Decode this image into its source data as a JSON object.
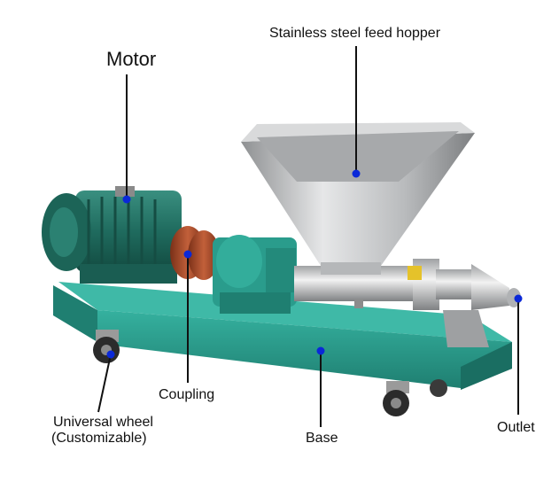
{
  "labels": {
    "motor": "Motor",
    "hopper": "Stainless steel feed hopper",
    "coupling": "Coupling",
    "universal_wheel": "Universal wheel",
    "universal_wheel_note": "(Customizable)",
    "base": "Base",
    "outlet": "Outlet"
  },
  "colors": {
    "base": "#2a9c8c",
    "motor": "#1f6b5e",
    "coupling": "#b8502c",
    "steel": "#c8c8c8",
    "marker": "#0a28d8",
    "leader": "#111111"
  }
}
